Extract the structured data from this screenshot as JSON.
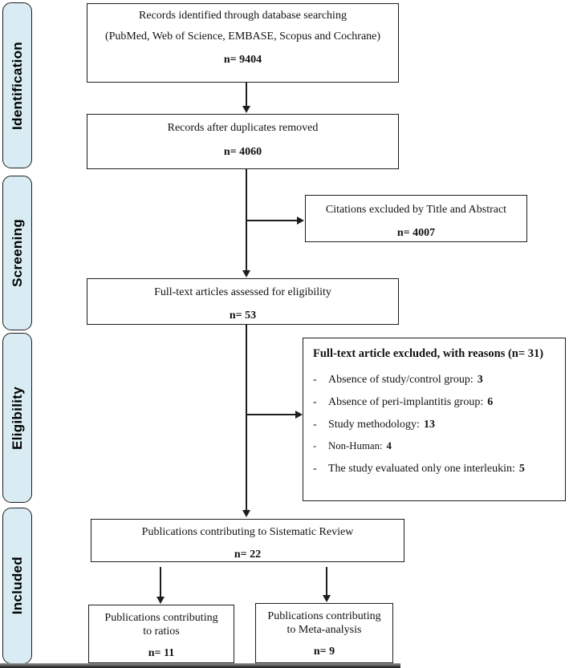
{
  "stages": [
    {
      "label": "Identification"
    },
    {
      "label": "Screening"
    },
    {
      "label": "Eligibility"
    },
    {
      "label": "Included"
    }
  ],
  "boxes": {
    "identified": {
      "line1": "Records identified through database searching",
      "line2": "(PubMed, Web of Science, EMBASE, Scopus and Cochrane)",
      "n": "n= 9404"
    },
    "duplicates_removed": {
      "line1": "Records after duplicates removed",
      "n": "n= 4060"
    },
    "excluded_title_abstract": {
      "line1": "Citations excluded by Title and Abstract",
      "n": "n= 4007"
    },
    "fulltext_assessed": {
      "line1": "Full-text articles assessed for eligibility",
      "n": "n= 53"
    },
    "fulltext_excluded": {
      "title": "Full-text article excluded, with reasons (n= 31)",
      "bullet": "-",
      "reasons": [
        {
          "label": "Absence of study/control group:",
          "value": "3"
        },
        {
          "label": "Absence of peri-implantitis group:",
          "value": "6"
        },
        {
          "label": "Study methodology: ",
          "value": "13"
        },
        {
          "label": "Non-Human:",
          "value": "4"
        },
        {
          "label": "The study evaluated only one interleukin:",
          "value": "5"
        }
      ]
    },
    "systematic_review": {
      "line1": "Publications contributing to Sistematic Review",
      "n": "n= 22"
    },
    "ratios": {
      "line1": "Publications contributing",
      "line2": "to ratios",
      "n": "n= 11"
    },
    "meta_analysis": {
      "line1": "Publications contributing",
      "line2": "to Meta-analysis",
      "n": "n= 9"
    }
  },
  "colors": {
    "stage_fill": "#d9ecf4",
    "line_color": "#1d1d1d"
  }
}
